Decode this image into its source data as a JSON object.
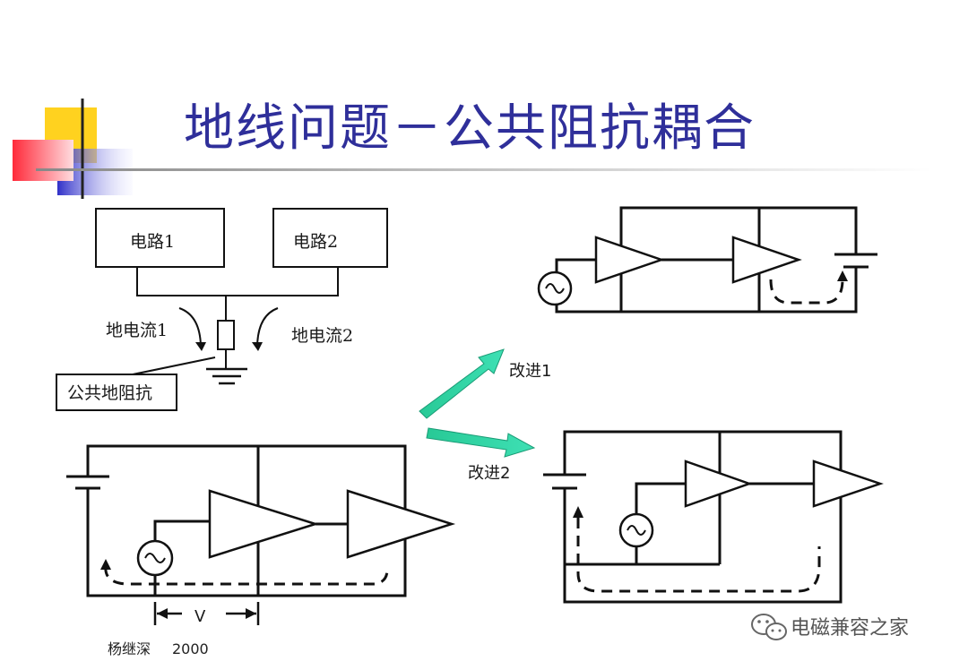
{
  "title": "地线问题－公共阻抗耦合",
  "labels": {
    "circuit1": "电路1",
    "circuit2": "电路2",
    "ground_current1": "地电流1",
    "ground_current2": "地电流2",
    "common_ground_impedance": "公共地阻抗",
    "improvement1": "改进1",
    "improvement2": "改进2",
    "voltage": "V"
  },
  "footer": {
    "author": "杨继深",
    "year": "2000"
  },
  "watermark": "电磁兼容之家",
  "colors": {
    "title": "#2f2f9a",
    "arrow_fill": "#2fd6a6",
    "deco_yellow": "#ffd21f",
    "deco_red": "#ff3b4a",
    "deco_blue": "#3a3ad0"
  },
  "icons": [
    "wechat-icon",
    "ac-source-icon",
    "battery-icon",
    "ground-icon",
    "amplifier-icon"
  ]
}
